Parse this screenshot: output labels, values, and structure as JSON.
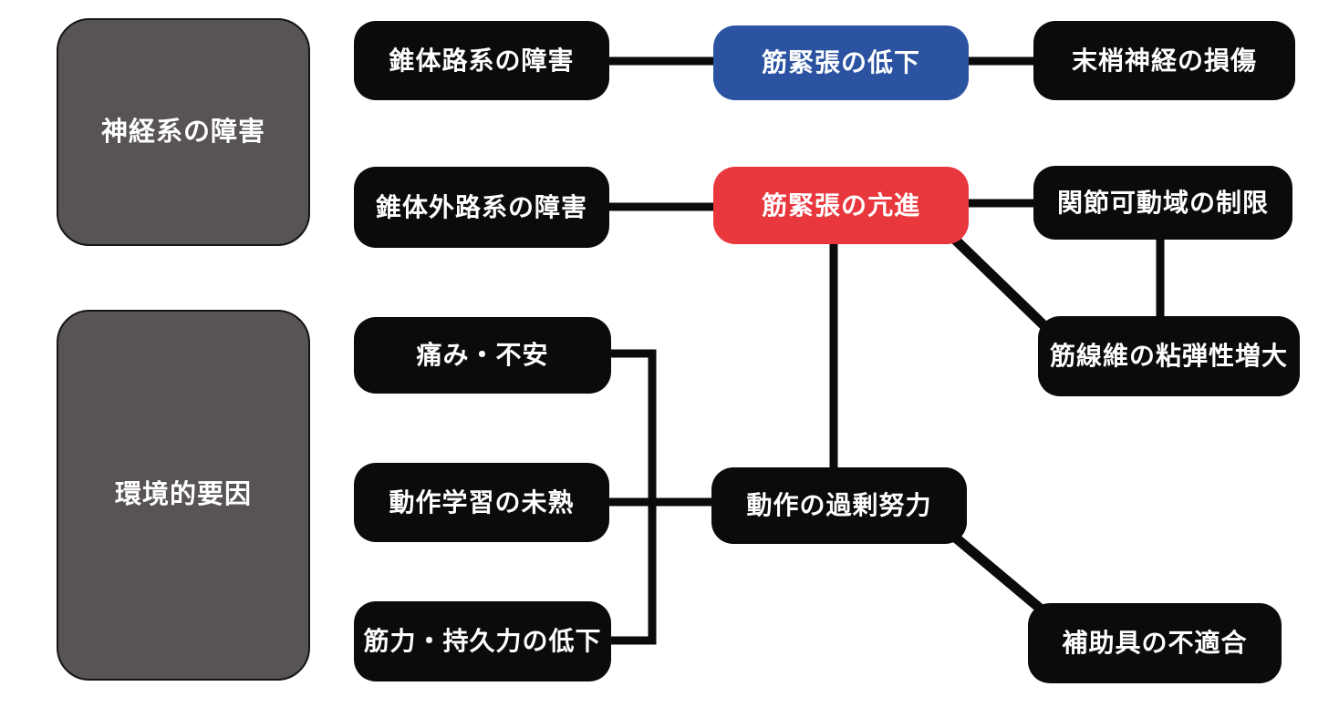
{
  "diagram": {
    "description": "Concept map of factors affecting muscle tone",
    "colors": {
      "node_black": "#0b0b0b",
      "group_gray": "#595454",
      "highlight_blue": "#2b53a2",
      "highlight_red": "#e8383d",
      "text_white": "#ffffff",
      "edge_black": "#0b0b0b",
      "background": "#ffffff"
    },
    "groups": [
      {
        "id": "nervous-system-disorder",
        "label": "神経系の障害"
      },
      {
        "id": "environmental-factors",
        "label": "環境的要因"
      }
    ],
    "nodes": [
      {
        "id": "pyramidal-tract-disorder",
        "label": "錐体路系の障害",
        "style": "black"
      },
      {
        "id": "hypotonia",
        "label": "筋緊張の低下",
        "style": "blue"
      },
      {
        "id": "peripheral-nerve-injury",
        "label": "末梢神経の損傷",
        "style": "black"
      },
      {
        "id": "extrapyramidal-tract-disorder",
        "label": "錐体外路系の障害",
        "style": "black"
      },
      {
        "id": "hypertonia",
        "label": "筋緊張の亢進",
        "style": "red"
      },
      {
        "id": "rom-limitation",
        "label": "関節可動域の制限",
        "style": "black"
      },
      {
        "id": "muscle-fiber-viscoelasticity",
        "label": "筋線維の粘弾性増大",
        "style": "black"
      },
      {
        "id": "pain-anxiety",
        "label": "痛み・不安",
        "style": "black"
      },
      {
        "id": "immature-motor-learning",
        "label": "動作学習の未熟",
        "style": "black"
      },
      {
        "id": "strength-endurance-decline",
        "label": "筋力・持久力の低下",
        "style": "black"
      },
      {
        "id": "excessive-movement-effort",
        "label": "動作の過剰努力",
        "style": "black"
      },
      {
        "id": "assistive-device-mismatch",
        "label": "補助具の不適合",
        "style": "black"
      }
    ],
    "edges": [
      {
        "from": "pyramidal-tract-disorder",
        "to": "hypotonia"
      },
      {
        "from": "hypotonia",
        "to": "peripheral-nerve-injury"
      },
      {
        "from": "extrapyramidal-tract-disorder",
        "to": "hypertonia"
      },
      {
        "from": "hypertonia",
        "to": "rom-limitation"
      },
      {
        "from": "hypertonia",
        "to": "muscle-fiber-viscoelasticity"
      },
      {
        "from": "rom-limitation",
        "to": "muscle-fiber-viscoelasticity"
      },
      {
        "from": "hypertonia",
        "to": "excessive-movement-effort"
      },
      {
        "from": "pain-anxiety",
        "to": "excessive-movement-effort"
      },
      {
        "from": "immature-motor-learning",
        "to": "excessive-movement-effort"
      },
      {
        "from": "strength-endurance-decline",
        "to": "excessive-movement-effort"
      },
      {
        "from": "excessive-movement-effort",
        "to": "assistive-device-mismatch"
      }
    ]
  }
}
